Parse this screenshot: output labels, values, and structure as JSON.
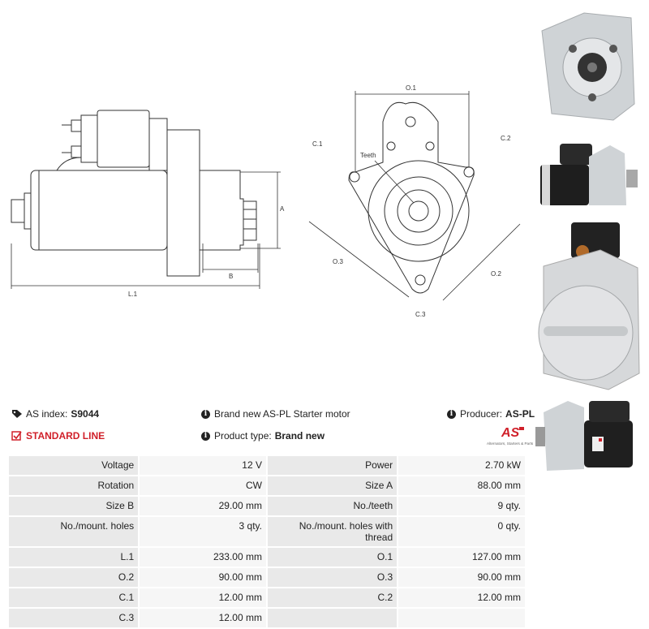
{
  "drawing_labels": {
    "side": {
      "a": "A",
      "b": "B",
      "l1": "L.1"
    },
    "front": {
      "o1": "O.1",
      "o2": "O.2",
      "o3": "O.3",
      "c1": "C.1",
      "c2": "C.2",
      "c3": "C.3",
      "teeth": "Teeth"
    }
  },
  "info": {
    "as_index_label": "AS index:",
    "as_index_value": "S9044",
    "standard_line": "STANDARD LINE",
    "description": "Brand new AS-PL Starter motor",
    "product_type_label": "Product type:",
    "product_type_value": "Brand new",
    "producer_label": "Producer:",
    "producer_value": "AS-PL",
    "logo_text": "AS",
    "logo_tagline": "Alternators, Starters & Parts"
  },
  "specs": [
    {
      "k1": "Voltage",
      "v1": "12 V",
      "k2": "Power",
      "v2": "2.70 kW"
    },
    {
      "k1": "Rotation",
      "v1": "CW",
      "k2": "Size A",
      "v2": "88.00 mm"
    },
    {
      "k1": "Size B",
      "v1": "29.00 mm",
      "k2": "No./teeth",
      "v2": "9 qty."
    },
    {
      "k1": "No./mount. holes",
      "v1": "3 qty.",
      "k2": "No./mount. holes with thread",
      "v2": "0 qty."
    },
    {
      "k1": "L.1",
      "v1": "233.00 mm",
      "k2": "O.1",
      "v2": "127.00 mm"
    },
    {
      "k1": "O.2",
      "v1": "90.00 mm",
      "k2": "O.3",
      "v2": "90.00 mm"
    },
    {
      "k1": "C.1",
      "v1": "12.00 mm",
      "k2": "C.2",
      "v2": "12.00 mm"
    },
    {
      "k1": "C.3",
      "v1": "12.00 mm",
      "k2": "",
      "v2": ""
    }
  ],
  "colors": {
    "accent_red": "#d0202a",
    "line": "#333333"
  }
}
